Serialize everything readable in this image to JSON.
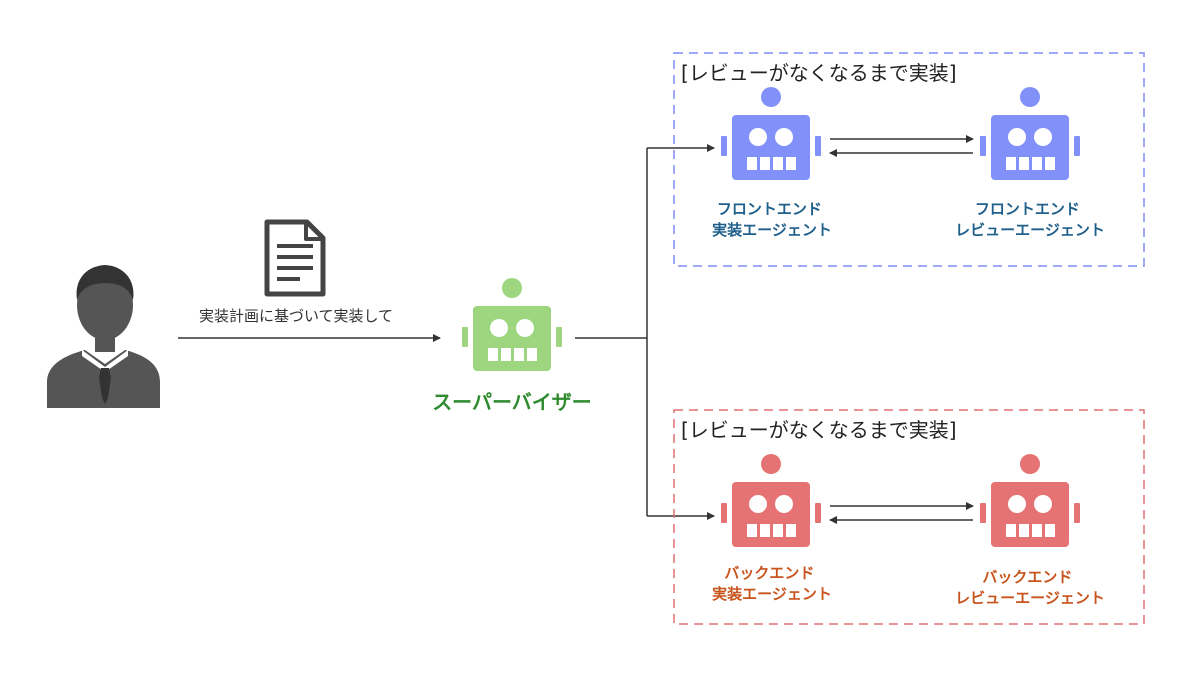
{
  "instruction": {
    "text": "実装計画に基づいて実装して"
  },
  "supervisor": {
    "label": "スーパーバイザー",
    "color": "#9ed67f",
    "label_color": "#2e8b2e"
  },
  "groups": {
    "frontend": {
      "title": "[レビューがなくなるまで実装]",
      "border_color": "#7f8ef5",
      "robot_color": "#8191f9",
      "label_color": "#1f5f8b",
      "implementer": {
        "line1": "フロントエンド",
        "line2": "実装エージェント"
      },
      "reviewer": {
        "line1": "フロントエンド",
        "line2": "レビューエージェント"
      }
    },
    "backend": {
      "title": "[レビューがなくなるまで実装]",
      "border_color": "#e07070",
      "robot_color": "#e57373",
      "label_color": "#c8541e",
      "implementer": {
        "line1": "バックエンド",
        "line2": "実装エージェント"
      },
      "reviewer": {
        "line1": "バックエンド",
        "line2": "レビューエージェント"
      }
    }
  },
  "colors": {
    "person": "#555555",
    "document": "#444444",
    "arrow": "#333333"
  },
  "icons": {
    "user": "person-icon",
    "document": "document-icon",
    "robot": "robot-icon"
  }
}
